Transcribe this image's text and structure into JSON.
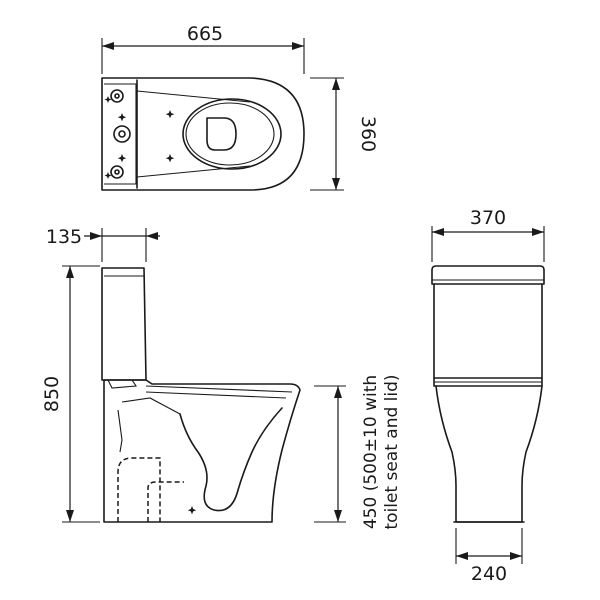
{
  "dimensions": {
    "total_length": "665",
    "total_width": "360",
    "cistern_depth": "135",
    "total_height": "850",
    "front_width": "370",
    "base_width": "240",
    "seat_height_line1": "450 (500±10 with",
    "seat_height_line2": "toilet seat and lid)"
  }
}
